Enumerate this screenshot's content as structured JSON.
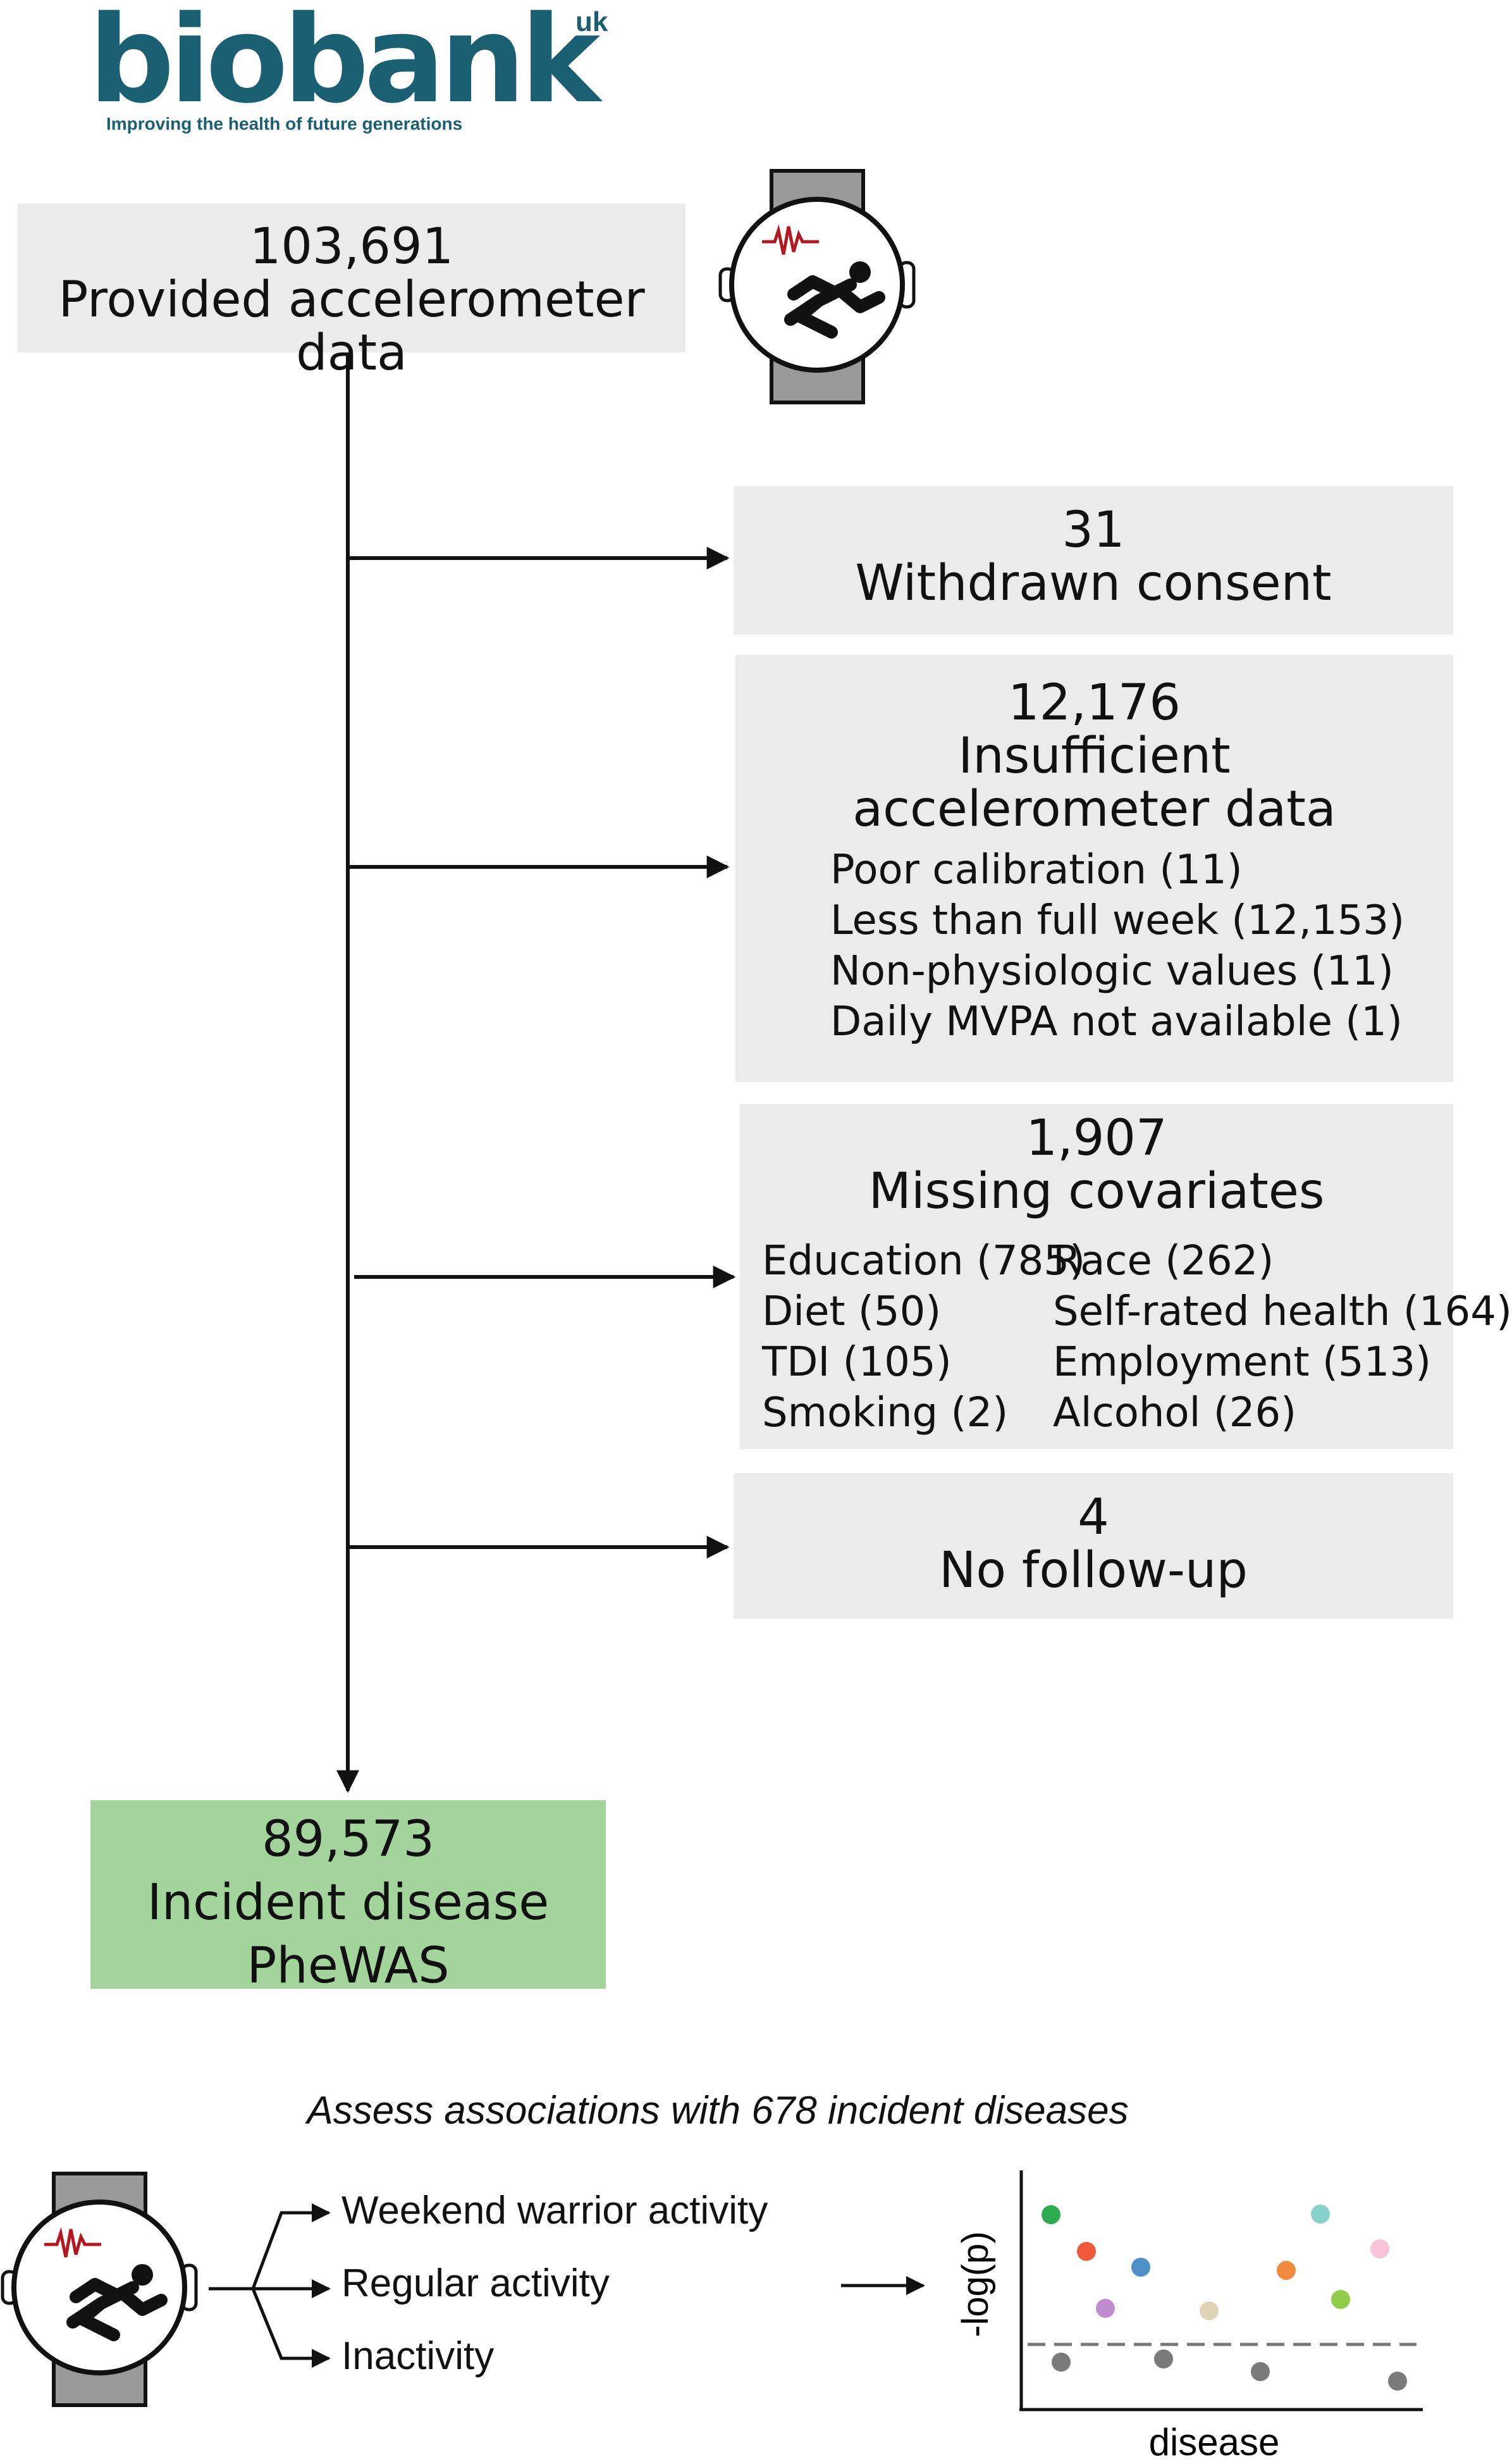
{
  "logo": {
    "name": "biobank",
    "superscript": "uk",
    "tagline": "Improving the health of future generations"
  },
  "flow": {
    "start": {
      "count": "103,691",
      "label": "Provided accelerometer data"
    },
    "exclusions": [
      {
        "count": "31",
        "label": "Withdrawn consent"
      },
      {
        "count": "12,176",
        "label_line1": "Insufficient",
        "label_line2": "accelerometer data",
        "items": [
          "Poor calibration (11)",
          "Less than full week (12,153)",
          "Non-physiologic values (11)",
          "Daily MVPA not available (1)"
        ]
      },
      {
        "count": "1,907",
        "label": "Missing covariates",
        "items_left": [
          "Education (785)",
          "Diet (50)",
          "TDI (105)",
          "Smoking (2)"
        ],
        "items_right": [
          "Race (262)",
          "Self-rated health (164)",
          "Employment (513)",
          "Alcohol (26)"
        ]
      },
      {
        "count": "4",
        "label": "No follow-up"
      }
    ],
    "final": {
      "count": "89,573",
      "label_line1": "Incident disease",
      "label_line2": "PheWAS"
    }
  },
  "bottom": {
    "caption": "Assess associations with 678 incident diseases",
    "outcomes": [
      "Weekend warrior activity",
      "Regular activity",
      "Inactivity"
    ]
  },
  "chart_data": {
    "type": "scatter",
    "title": "",
    "xlabel": "disease",
    "ylabel": "-log(p)",
    "threshold_line": "dashed",
    "colors": {
      "significant": [
        "#2eaa4f",
        "#ee5a3a",
        "#c28bd0",
        "#4e91c8",
        "#e0d4b8",
        "#f08a3c",
        "#8fcc4a",
        "#86d3cb",
        "#f6c3d8"
      ],
      "nonsignificant": "#7a7a7a"
    }
  },
  "colors": {
    "box": "#ebebeb",
    "final_box": "#a3d49c",
    "logo": "#1b5f73"
  }
}
